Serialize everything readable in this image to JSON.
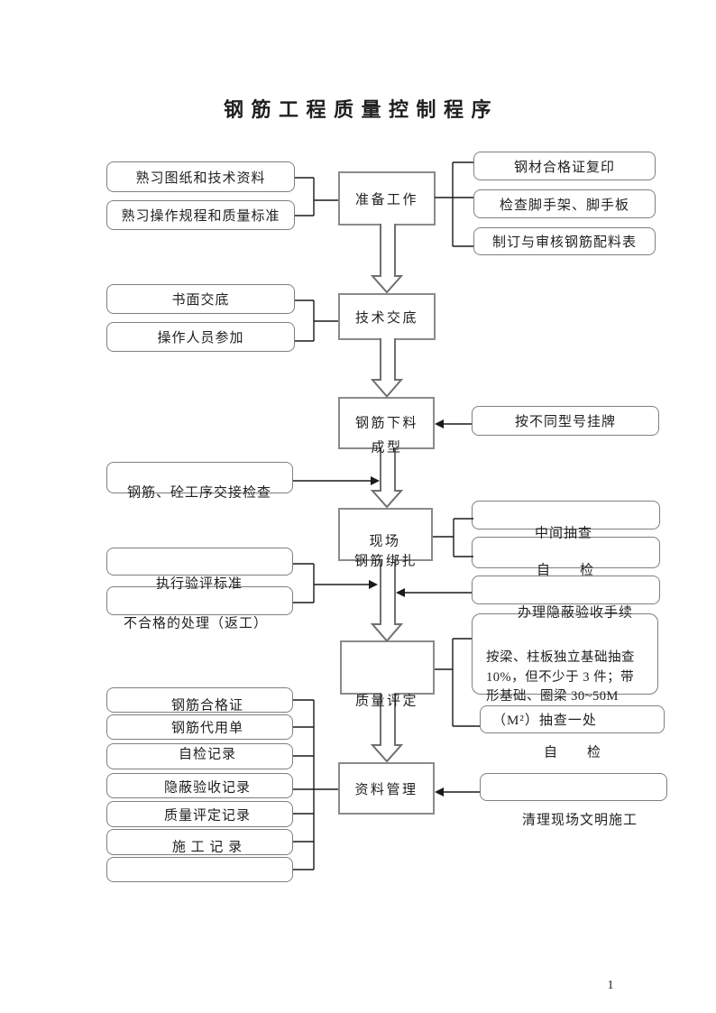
{
  "page": {
    "title": "钢 筋 工 程 质 量 控 制 程 序",
    "page_number": "1"
  },
  "colors": {
    "box_border": "#8a8a8a",
    "rounded_box_border": "#7f7f7f",
    "connector": "#1a1a1a",
    "hollow_arrow": "#6f6f6f",
    "text": "#1f1f1f",
    "background": "#ffffff"
  },
  "stages": {
    "prep": {
      "label": "准备工作"
    },
    "tech": {
      "label": "技术交底"
    },
    "cut": {
      "line1": "钢筋下料",
      "line2": "成型"
    },
    "site": {
      "line1": "现场",
      "line2": "钢筋绑扎"
    },
    "qc_caption": "质量评定",
    "archive": {
      "label": "资料管理"
    }
  },
  "left_inputs": {
    "prep": [
      "熟习图纸和技术资料",
      "熟习操作规程和质量标准"
    ],
    "tech": [
      "书面交底",
      "操作人员参加"
    ],
    "handover_caption": "钢筋、砼工序交接检查",
    "standards_caption": "执行验评标准",
    "rework_caption": "不合格的处理（返工）",
    "records": [
      "钢筋合格证",
      "钢筋代用单",
      "自检记录",
      "隐蔽验收记录",
      "质量评定记录",
      "施 工 记 录"
    ]
  },
  "right_outputs": {
    "prep": [
      "钢材合格证复印",
      "检查脚手架、脚手板",
      "制订与审核钢筋配料表"
    ],
    "cut_tag": "按不同型号挂牌",
    "site_caption_mid": "中间抽查",
    "site_caption_self": "自　　检",
    "hidden_caption": "办理隐蔽验收手续",
    "qc_note_lines": "按梁、柱板独立基础抽查\n10%，但不少于 3 件；带\n形基础、圈梁 30~50M",
    "qc_note_tail": "（M²）抽查一处",
    "archive_caption_top": "自　　检",
    "archive_caption_bottom": "清理现场文明施工"
  }
}
